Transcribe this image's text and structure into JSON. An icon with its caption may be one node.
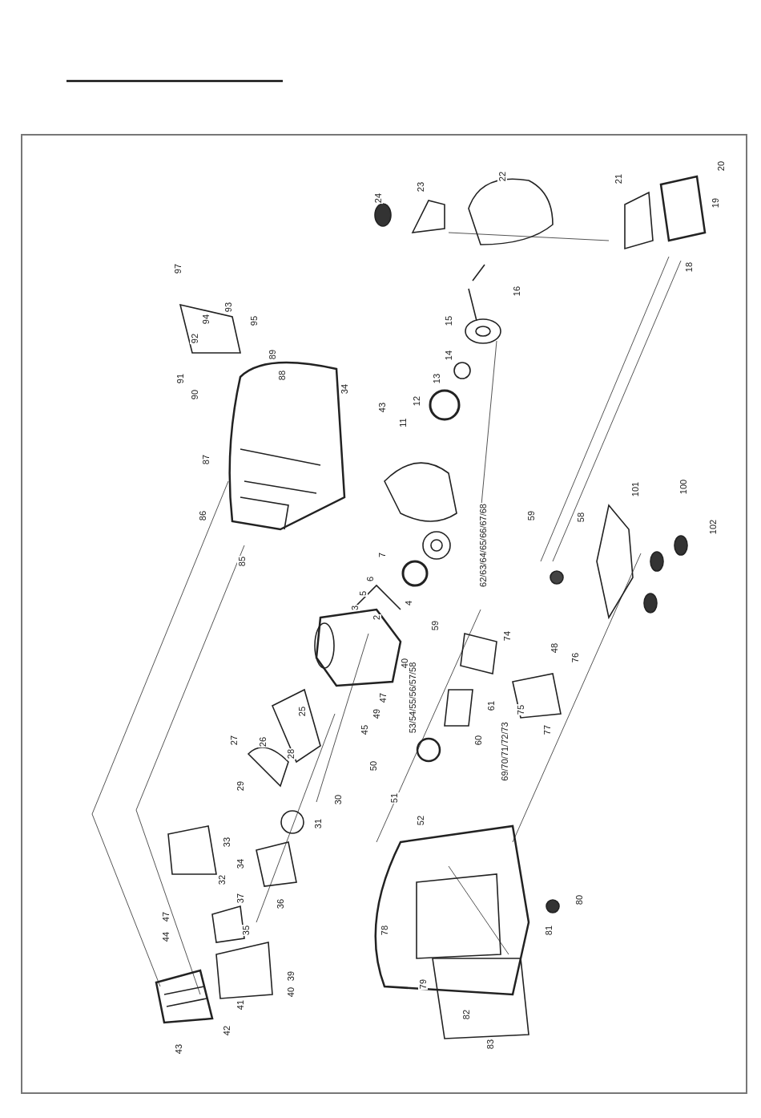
{
  "diagram": {
    "labels": [
      "24",
      "23",
      "22",
      "21",
      "20",
      "19",
      "97",
      "94",
      "93",
      "95",
      "92",
      "89",
      "91",
      "88",
      "90",
      "34",
      "43",
      "18",
      "16",
      "15",
      "14",
      "13",
      "12",
      "11",
      "87",
      "86",
      "7",
      "6",
      "5",
      "3",
      "2",
      "4",
      "101",
      "100",
      "59",
      "58",
      "102",
      "85",
      "62/63/64/65/66/67/68",
      "59",
      "74",
      "48",
      "76",
      "40",
      "47",
      "49",
      "53/54/55/56/57/58",
      "61",
      "75",
      "45",
      "77",
      "60",
      "69/70/71/72/73",
      "25",
      "27",
      "26",
      "28",
      "50",
      "29",
      "30",
      "51",
      "31",
      "52",
      "33",
      "34",
      "32",
      "37",
      "36",
      "47",
      "35",
      "78",
      "44",
      "80",
      "81",
      "39",
      "40",
      "79",
      "41",
      "82",
      "42",
      "83",
      "43"
    ]
  }
}
